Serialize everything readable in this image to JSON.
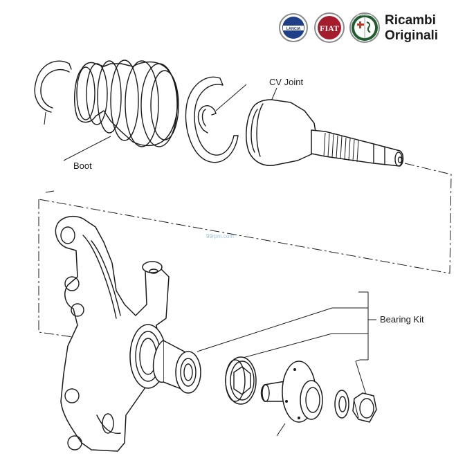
{
  "header": {
    "brand_line1": "Ricambi",
    "brand_line2": "Originali",
    "logos": [
      {
        "name": "lancia-logo",
        "text": "LANCIA",
        "color": "#1f3f86"
      },
      {
        "name": "fiat-logo",
        "text": "FIAT",
        "color": "#a51d2d"
      },
      {
        "name": "alfa-romeo-logo",
        "text": "ALFA ROMEO",
        "color": "#1f5d2f"
      }
    ]
  },
  "labels": {
    "cv_joint": "CV Joint",
    "boot": "Boot",
    "bearing_kit": "Bearing Kit"
  },
  "watermark": "99rpm.com"
}
